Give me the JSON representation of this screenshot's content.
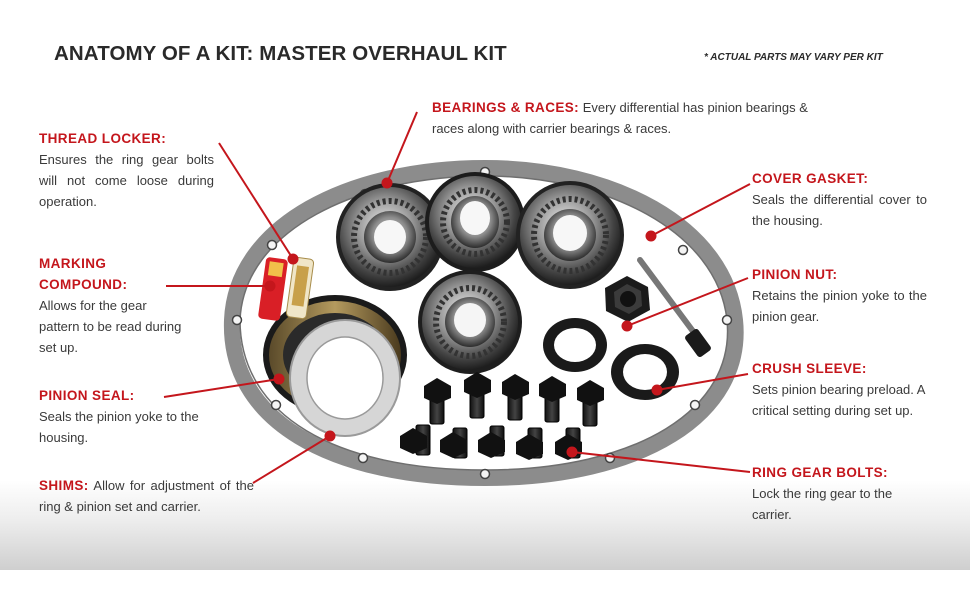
{
  "title": "ANATOMY OF A KIT: MASTER OVERHAUL KIT",
  "note": "* ACTUAL PARTS MAY VARY PER KIT",
  "colors": {
    "accent": "#c4161c",
    "text": "#333333",
    "gasket": "#8a8a8a"
  },
  "callouts": {
    "thread_locker": {
      "heading": "THREAD LOCKER:",
      "text": "Ensures the ring gear bolts will not come loose during operation."
    },
    "marking_compound": {
      "heading": "MARKING COMPOUND:",
      "text": "Allows for the gear pattern to be read during set up."
    },
    "pinion_seal": {
      "heading": "PINION SEAL:",
      "text": "Seals the pinion yoke to the housing."
    },
    "shims": {
      "heading": "SHIMS:",
      "text": "Allow for adjustment of the ring & pinion set and carrier."
    },
    "bearings_races": {
      "heading": "BEARINGS & RACES:",
      "text": "Every differential has pinion bearings & races along with carrier bearings & races."
    },
    "cover_gasket": {
      "heading": "COVER GASKET:",
      "text": "Seals the differential cover to the housing."
    },
    "pinion_nut": {
      "heading": "PINION NUT:",
      "text": "Retains the pinion yoke to the pinion gear."
    },
    "crush_sleeve": {
      "heading": "CRUSH SLEEVE:",
      "text": "Sets pinion bearing preload. A critical setting during set up."
    },
    "ring_gear_bolts": {
      "heading": "RING GEAR BOLTS:",
      "text": "Lock the ring gear to the carrier."
    }
  }
}
